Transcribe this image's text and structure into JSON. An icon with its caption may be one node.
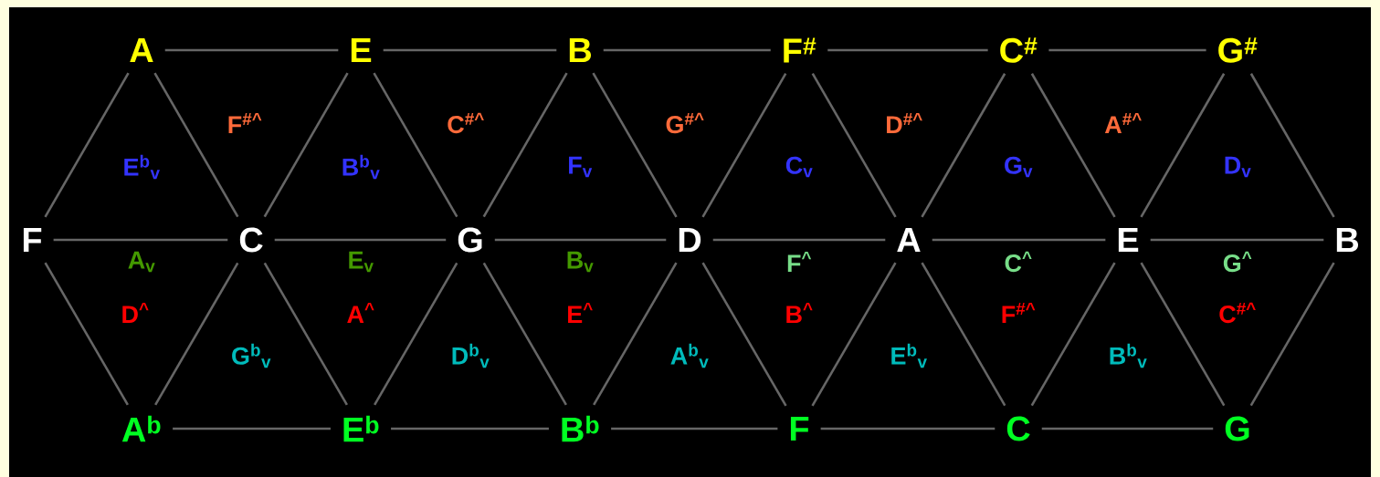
{
  "diagram": {
    "nodes": [
      {
        "text": [
          "A"
        ]
      },
      {
        "text": [
          "E"
        ]
      },
      {
        "text": [
          "B"
        ]
      },
      {
        "text": [
          "F$^{#}$"
        ]
      },
      {
        "text": [
          "C$^{#}$"
        ]
      },
      {
        "text": [
          "G$^{#}$"
        ]
      },
      {
        "text": [
          "F"
        ]
      },
      {
        "text": [
          "C"
        ]
      },
      {
        "text": [
          "G"
        ]
      },
      {
        "text": [
          "D"
        ]
      },
      {
        "text": [
          "A"
        ]
      },
      {
        "text": [
          "E"
        ]
      },
      {
        "text": [
          "B"
        ]
      },
      {
        "text": [
          "A$^{b}$"
        ]
      },
      {
        "text": [
          "E$^{b}$"
        ]
      },
      {
        "text": [
          "B$^{b}$"
        ]
      },
      {
        "text": [
          "F"
        ]
      },
      {
        "text": [
          "C"
        ]
      },
      {
        "text": [
          "G"
        ]
      }
    ],
    "edges": [
      {
        "from": 0,
        "to": 1,
        "arrow": "none"
      },
      {
        "from": 1,
        "to": 2,
        "arrow": "none"
      },
      {
        "from": 2,
        "to": 3,
        "arrow": "none"
      },
      {
        "from": 3,
        "to": 4,
        "arrow": "none"
      },
      {
        "from": 4,
        "to": 5,
        "arrow": "none"
      },
      {
        "from": 0,
        "to": 6,
        "arrow": "none"
      },
      {
        "from": 0,
        "to": 7,
        "arrow": "none"
      },
      {
        "from": 1,
        "to": 7,
        "arrow": "none"
      },
      {
        "from": 1,
        "to": 8,
        "arrow": "none"
      },
      {
        "from": 2,
        "to": 8,
        "arrow": "none"
      },
      {
        "from": 2,
        "to": 9,
        "arrow": "none"
      },
      {
        "from": 3,
        "to": 9,
        "arrow": "none"
      },
      {
        "from": 3,
        "to": 10,
        "arrow": "none"
      },
      {
        "from": 4,
        "to": 10,
        "arrow": "none"
      },
      {
        "from": 4,
        "to": 11,
        "arrow": "none"
      },
      {
        "from": 5,
        "to": 11,
        "arrow": "none"
      },
      {
        "from": 5,
        "to": 12,
        "arrow": "none"
      },
      {
        "from": 6,
        "to": 7,
        "arrow": "none"
      },
      {
        "from": 7,
        "to": 8,
        "arrow": "none"
      },
      {
        "from": 8,
        "to": 9,
        "arrow": "none"
      },
      {
        "from": 9,
        "to": 10,
        "arrow": "none"
      },
      {
        "from": 10,
        "to": 11,
        "arrow": "none"
      },
      {
        "from": 11,
        "to": 12,
        "arrow": "none"
      },
      {
        "from": 6,
        "to": 13,
        "arrow": "none"
      },
      {
        "from": 7,
        "to": 13,
        "arrow": "none"
      },
      {
        "from": 7,
        "to": 14,
        "arrow": "none"
      },
      {
        "from": 8,
        "to": 14,
        "arrow": "none"
      },
      {
        "from": 8,
        "to": 15,
        "arrow": "none"
      },
      {
        "from": 9,
        "to": 15,
        "arrow": "none"
      },
      {
        "from": 9,
        "to": 16,
        "arrow": "none"
      },
      {
        "from": 10,
        "to": 16,
        "arrow": "none"
      },
      {
        "from": 10,
        "to": 17,
        "arrow": "none"
      },
      {
        "from": 11,
        "to": 17,
        "arrow": "none"
      },
      {
        "from": 11,
        "to": 18,
        "arrow": "none"
      },
      {
        "from": 12,
        "to": 18,
        "arrow": "none"
      },
      {
        "from": 13,
        "to": 14,
        "arrow": "none"
      },
      {
        "from": 14,
        "to": 15,
        "arrow": "none"
      },
      {
        "from": 15,
        "to": 16,
        "arrow": "none"
      },
      {
        "from": 16,
        "to": 17,
        "arrow": "none"
      },
      {
        "from": 17,
        "to": 18,
        "arrow": "none"
      }
    ],
    "labels": [
      "F$^{#^}$",
      "C$^{#^}$",
      "G$^{#^}$",
      "D$^{#^}$",
      "A$^{#^}$",
      "E$^{b}$$_{v}$",
      "B$^{b}$$_{v}$",
      "F$_{v}$",
      "C$_{v}$",
      "G$_{v}$",
      "D$_{v}$",
      "A$_{v}$",
      "E$_{v}$",
      "B$_{v}$",
      "F$^{^}$",
      "C$^{^}$",
      "G$^{^}$",
      "D$^{^}$",
      "A$^{^}$",
      "E$^{^}$",
      "B$^{^}$",
      "F$^{#^}$",
      "C$^{#^}$",
      "G$^{b}$$_{v}$",
      "D$^{b}$$_{v}$",
      "A$^{b}$$_{v}$",
      "E$^{b}$$_{v}$",
      "B$^{b}$$_{v}$"
    ]
  }
}
